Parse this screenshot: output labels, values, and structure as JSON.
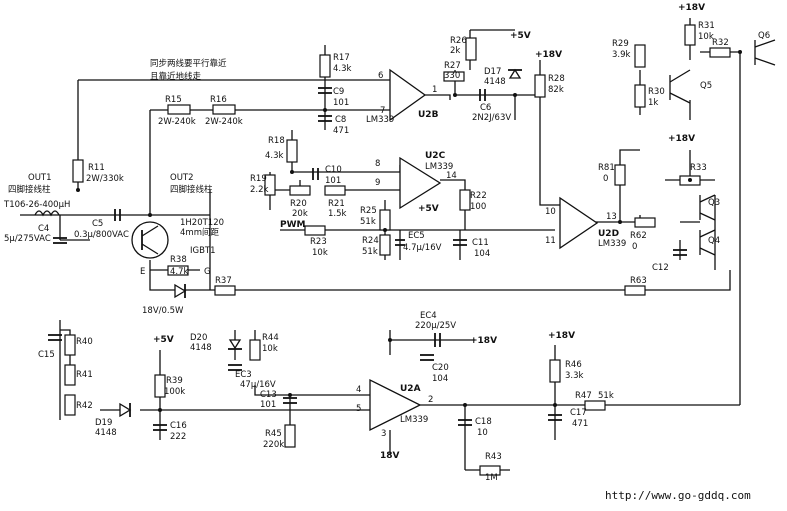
{
  "notes": {
    "sync_line_1": "同步两线要平行靠近",
    "sync_line_2": "且靠近地线走"
  },
  "terminals": {
    "out1": "OUT1",
    "out1_desc": "四脚接线柱",
    "out2": "OUT2",
    "out2_desc": "四脚接线柱",
    "coil": "T106-26-400μH"
  },
  "transistor": {
    "name": "1H20T120",
    "note": "4mm间距",
    "igbt": "IGBT1",
    "e": "E",
    "g": "G"
  },
  "components": {
    "r17": "R17",
    "r17v": "4.3k",
    "c9": "C9",
    "c9v": "101",
    "c8": "C8",
    "c8v": "471",
    "r15": "R15",
    "r15v": "2W-240k",
    "r16": "R16",
    "r16v": "2W-240k",
    "r11": "R11",
    "r11v": "2W/330k",
    "r18": "R18",
    "r18v": "4.3k",
    "c10": "C10",
    "c10v": "101",
    "r19": "R19",
    "r19v": "2.2k",
    "r20": "R20",
    "r20v": "20k",
    "r21": "R21",
    "r21v": "1.5k",
    "r25": "R25",
    "r25v": "51k",
    "r24": "R24",
    "r24v": "51k",
    "r23": "R23",
    "r23v": "10k",
    "ec5": "EC5",
    "ec5v": "4.7μ/16V",
    "c11": "C11",
    "c11v": "104",
    "r22": "R22",
    "r22v": "100",
    "c4": "C4",
    "c4v": "5μ/275VAC",
    "c5": "C5",
    "c5v": "0.3μ/800VAC",
    "r38": "R38",
    "r38v": "4.7k",
    "zener": "18V/0.5W",
    "r37": "R37",
    "r26": "R26",
    "r26v": "2k",
    "r27": "R27",
    "r27v": "330",
    "d17": "D17",
    "d17v": "4148",
    "c6": "C6",
    "c6v": "2N2J/63V",
    "r28": "R28",
    "r28v": "82k",
    "r29": "R29",
    "r29v": "3.9k",
    "r30": "R30",
    "r30v": "1k",
    "r31": "R31",
    "r31v": "10k",
    "r32": "R32",
    "q5": "Q5",
    "q6": "Q6",
    "q3": "Q3",
    "q4": "Q4",
    "r33": "R33",
    "r81": "R81",
    "r81v": "0",
    "r62": "R62",
    "r62v": "0",
    "c12": "C12",
    "r63": "R63",
    "r40": "R40",
    "c15": "C15",
    "r41": "R41",
    "r42": "R42",
    "d19": "D19",
    "d19v": "4148",
    "r39": "R39",
    "r39v": "100k",
    "c16": "C16",
    "c16v": "222",
    "d20": "D20",
    "d20v": "4148",
    "r44": "R44",
    "r44v": "10k",
    "ec3": "EC3",
    "ec3v": "47μ/16V",
    "c13": "C13",
    "c13v": "101",
    "r45": "R45",
    "r45v": "220k",
    "ec4": "EC4",
    "ec4v": "220μ/25V",
    "c20": "C20",
    "c20v": "104",
    "c18": "C18",
    "c18v": "10",
    "r43": "R43",
    "r43v": "1M",
    "r46": "R46",
    "r46v": "3.3k",
    "r47": "R47",
    "r47v": "51k",
    "c17": "C17",
    "c17v": "471"
  },
  "opamps": {
    "u2b": "U2B",
    "u2b_part": "LM339",
    "u2c": "U2C",
    "u2c_part": "LM339",
    "u2d": "U2D",
    "u2d_part": "LM339",
    "u2a": "U2A",
    "u2a_part": "LM339"
  },
  "pins": {
    "p6": "6",
    "p7": "7",
    "p1": "1",
    "p8": "8",
    "p9": "9",
    "p14": "14",
    "p10": "10",
    "p11": "11",
    "p13": "13",
    "p4": "4",
    "p5": "5",
    "p2": "2",
    "p3": "3"
  },
  "rails": {
    "v18": "+18V",
    "v5": "+5V",
    "v18b": "18V",
    "pwm": "PWM"
  },
  "footer": {
    "url": "http://www.go-gddq.com"
  }
}
